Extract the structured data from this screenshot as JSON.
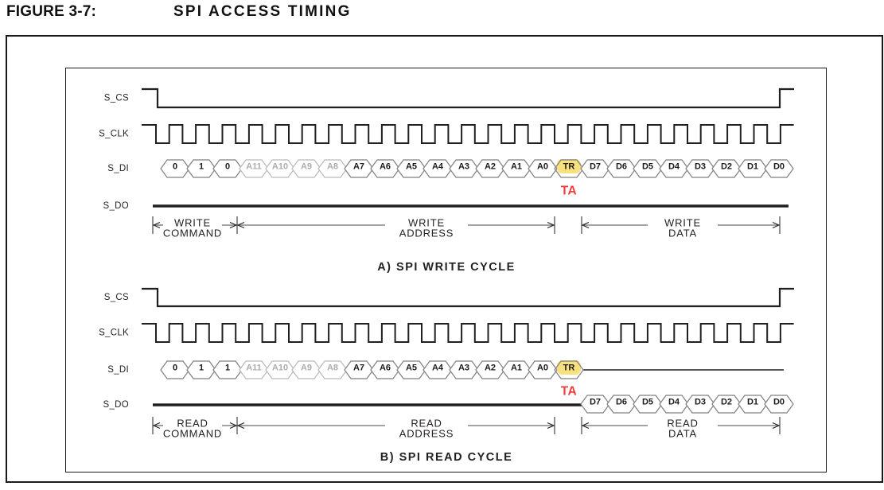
{
  "title": {
    "figure_label": "FIGURE 3-7:",
    "figure_title": "SPI ACCESS TIMING"
  },
  "colors": {
    "ink": "#231F20",
    "dim_line": "#4A4A4A",
    "hex_stroke": "#7F7F7F",
    "hex_stroke_dim": "#B9B9B9",
    "bit_text": "#1A1A1A",
    "bit_text_dim": "#ACACAC",
    "highlight_yellow": "#F8E07E",
    "ta_red": "#EE3D3B"
  },
  "diagrams": [
    {
      "caption": "A) SPI WRITE CYCLE",
      "signals": [
        "S_CS",
        "S_CLK",
        "S_DI",
        "S_DO"
      ],
      "s_di_bits": [
        {
          "t": "0"
        },
        {
          "t": "1"
        },
        {
          "t": "0"
        },
        {
          "t": "A11",
          "dim": true
        },
        {
          "t": "A10",
          "dim": true
        },
        {
          "t": "A9",
          "dim": true
        },
        {
          "t": "A8",
          "dim": true
        },
        {
          "t": "A7"
        },
        {
          "t": "A6"
        },
        {
          "t": "A5"
        },
        {
          "t": "A4"
        },
        {
          "t": "A3"
        },
        {
          "t": "A2"
        },
        {
          "t": "A1"
        },
        {
          "t": "A0"
        },
        {
          "t": "TR",
          "hl": true
        },
        {
          "t": "D7"
        },
        {
          "t": "D6"
        },
        {
          "t": "D5"
        },
        {
          "t": "D4"
        },
        {
          "t": "D3"
        },
        {
          "t": "D2"
        },
        {
          "t": "D1"
        },
        {
          "t": "D0"
        }
      ],
      "s_do_bits": [],
      "ta": "TA",
      "spans": [
        {
          "lines": [
            "WRITE",
            "COMMAND"
          ]
        },
        {
          "lines": [
            "WRITE",
            "ADDRESS"
          ]
        },
        {
          "lines": [
            "WRITE",
            "DATA"
          ]
        }
      ]
    },
    {
      "caption": "B) SPI READ CYCLE",
      "signals": [
        "S_CS",
        "S_CLK",
        "S_DI",
        "S_DO"
      ],
      "s_di_bits": [
        {
          "t": "0"
        },
        {
          "t": "1"
        },
        {
          "t": "1"
        },
        {
          "t": "A11",
          "dim": true
        },
        {
          "t": "A10",
          "dim": true
        },
        {
          "t": "A9",
          "dim": true
        },
        {
          "t": "A8",
          "dim": true
        },
        {
          "t": "A7"
        },
        {
          "t": "A6"
        },
        {
          "t": "A5"
        },
        {
          "t": "A4"
        },
        {
          "t": "A3"
        },
        {
          "t": "A2"
        },
        {
          "t": "A1"
        },
        {
          "t": "A0"
        },
        {
          "t": "TR",
          "hl": true
        }
      ],
      "s_do_bits": [
        {
          "t": "D7"
        },
        {
          "t": "D6"
        },
        {
          "t": "D5"
        },
        {
          "t": "D4"
        },
        {
          "t": "D3"
        },
        {
          "t": "D2"
        },
        {
          "t": "D1"
        },
        {
          "t": "D0"
        }
      ],
      "ta": "TA",
      "spans": [
        {
          "lines": [
            "READ",
            "COMMAND"
          ]
        },
        {
          "lines": [
            "READ",
            "ADDRESS"
          ]
        },
        {
          "lines": [
            "READ",
            "DATA"
          ]
        }
      ]
    }
  ]
}
